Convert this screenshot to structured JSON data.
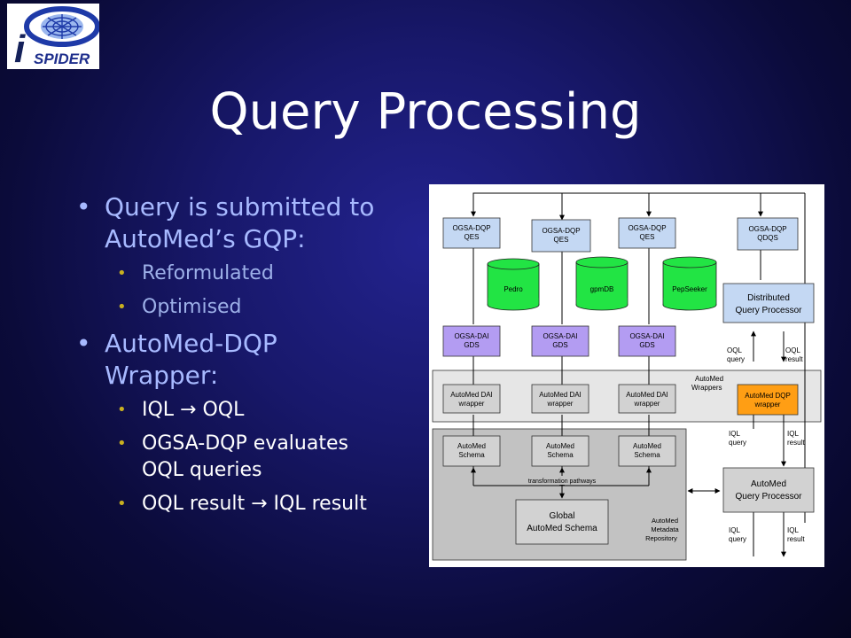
{
  "logo": {
    "text": "SPIDER"
  },
  "title": "Query Processing",
  "bullets": {
    "b1": "Query is submitted to AutoMed’s GQP:",
    "b1_sub": [
      "Reformulated",
      "Optimised"
    ],
    "b2": "AutoMed-DQP Wrapper:",
    "b2_sub": [
      "IQL  →  OQL",
      "OGSA-DQP evaluates OQL queries",
      "OQL result  →  IQL result"
    ]
  },
  "diagram": {
    "qes1": [
      "OGSA-DQP",
      "QES"
    ],
    "qes2": [
      "OGSA-DQP",
      "QES"
    ],
    "qes3": [
      "OGSA-DQP",
      "QES"
    ],
    "qdqs": [
      "OGSA-DQP",
      "QDQS"
    ],
    "db1": "Pedro",
    "db2": "gpmDB",
    "db3": "PepSeeker",
    "gds1": [
      "OGSA-DAI",
      "GDS"
    ],
    "gds2": [
      "OGSA-DAI",
      "GDS"
    ],
    "gds3": [
      "OGSA-DAI",
      "GDS"
    ],
    "dqp": [
      "Distributed",
      "Query Processor"
    ],
    "oql_query": [
      "OQL",
      "query"
    ],
    "oql_result": [
      "OQL",
      "result"
    ],
    "wrappers_label": [
      "AutoMed",
      "Wrappers"
    ],
    "dai_wrapper1": [
      "AutoMed DAI",
      "wrapper"
    ],
    "dai_wrapper2": [
      "AutoMed DAI",
      "wrapper"
    ],
    "dai_wrapper3": [
      "AutoMed DAI",
      "wrapper"
    ],
    "dqp_wrapper": [
      "AutoMed DQP",
      "wrapper"
    ],
    "schema1": [
      "AutoMed",
      "Schema"
    ],
    "schema2": [
      "AutoMed",
      "Schema"
    ],
    "schema3": [
      "AutoMed",
      "Schema"
    ],
    "iql_query1": [
      "IQL",
      "query"
    ],
    "iql_result1": [
      "IQL",
      "result"
    ],
    "transformation": "transformation pathways",
    "amqp": [
      "AutoMed",
      "Query Processor"
    ],
    "global_schema": [
      "Global",
      "AutoMed Schema"
    ],
    "repository": [
      "AutoMed",
      "Metadata",
      "Repository"
    ],
    "iql_query2": [
      "IQL",
      "query"
    ],
    "iql_result2": [
      "IQL",
      "result"
    ]
  },
  "colors": {
    "qes": "#c4d8f3",
    "gds": "#b39cf2",
    "db": "#22e444",
    "dqp_wrapper": "#ff9e14",
    "grey_box": "#d2d2d2",
    "title": "#ffffff",
    "bullet1": "#a7b9ff"
  }
}
